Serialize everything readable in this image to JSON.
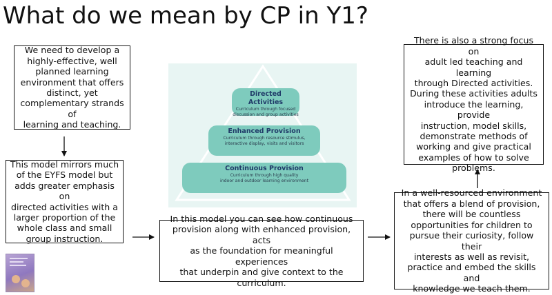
{
  "title": "What do we mean by CP in Y1?",
  "boxes": {
    "top_left": [
      "We need to develop a",
      "highly-effective, well",
      "planned learning",
      "environment that offers",
      "distinct, yet",
      "complementary strands of",
      "learning and teaching."
    ],
    "middle_left": [
      "This model mirrors much",
      "of the EYFS model but",
      "adds greater emphasis on",
      "directed activities with a",
      "larger proportion of the",
      "whole class and small",
      "group instruction."
    ],
    "bottom_center": [
      "In this model you can see how continuous",
      "provision along with enhanced provision, acts",
      "as the foundation for meaningful experiences",
      "that underpin and give context to the",
      "curriculum."
    ],
    "bottom_right": [
      "In a well-resourced environment",
      "that offers a blend of provision,",
      "there will be countless",
      "opportunities for children to",
      "pursue their curiosity, follow their",
      "interests as well as revisit,",
      "practice and embed the skills and",
      "knowledge we teach them."
    ],
    "top_right": [
      "There is also a strong focus on",
      "adult led teaching and learning",
      "through Directed activities.",
      "During these activities adults",
      "introduce the learning, provide",
      "instruction, model skills,",
      "demonstrate methods of",
      "working and give practical",
      "examples of how to solve",
      "problems."
    ]
  },
  "pyramid": {
    "tiers": [
      {
        "title": "Directed Activities",
        "desc": [
          "Curriculum through focused",
          "discussion and group activities"
        ]
      },
      {
        "title": "Enhanced Provision",
        "desc": [
          "Curriculum through resource stimulus,",
          "interactive display, visits and visitors"
        ]
      },
      {
        "title": "Continuous Provision",
        "desc": [
          "Curriculum through high quality",
          "indoor and outdoor learning environment"
        ]
      }
    ],
    "colors": {
      "background": "#e8f5f3",
      "tier": "#7ecbbd",
      "outline": "#ffffff"
    }
  },
  "thumbnail_icon": "book-cover-thumbnail"
}
